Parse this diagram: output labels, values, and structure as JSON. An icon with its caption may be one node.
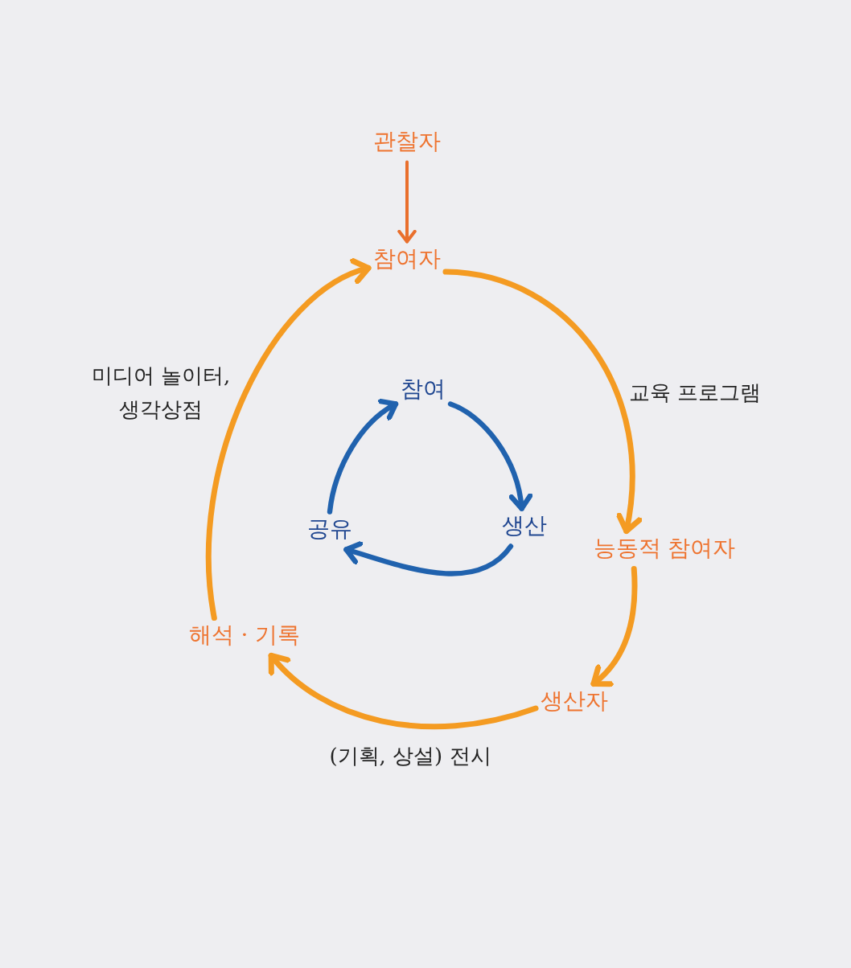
{
  "diagram": {
    "nodes": [
      {
        "text": [
          "관찰자"
        ]
      },
      {
        "text": [
          "참여자"
        ]
      },
      {
        "text": [
          "능동적 참여자"
        ]
      },
      {
        "text": [
          "생산자"
        ]
      },
      {
        "text": [
          "해석 · 기록"
        ]
      },
      {
        "text": [
          "참여"
        ]
      },
      {
        "text": [
          "생산"
        ]
      },
      {
        "text": [
          "공유"
        ]
      }
    ],
    "edges": [
      {
        "from": 0,
        "to": 1,
        "arrow": "to",
        "color": "#e96f2c"
      },
      {
        "from": 1,
        "to": 2,
        "arrow": "to",
        "label": "교육 프로그램"
      },
      {
        "from": 2,
        "to": 3,
        "arrow": "to"
      },
      {
        "from": 3,
        "to": 4,
        "arrow": "to",
        "label": "(기획, 상설) 전시"
      },
      {
        "from": 4,
        "to": 1,
        "arrow": "to",
        "label": "미디어 놀이터, 생각상점"
      },
      {
        "from": 5,
        "to": 6,
        "arrow": "to",
        "color": "#2062ae"
      },
      {
        "from": 6,
        "to": 7,
        "arrow": "to",
        "color": "#2062ae"
      },
      {
        "from": 7,
        "to": 5,
        "arrow": "to",
        "color": "#2062ae"
      }
    ]
  }
}
